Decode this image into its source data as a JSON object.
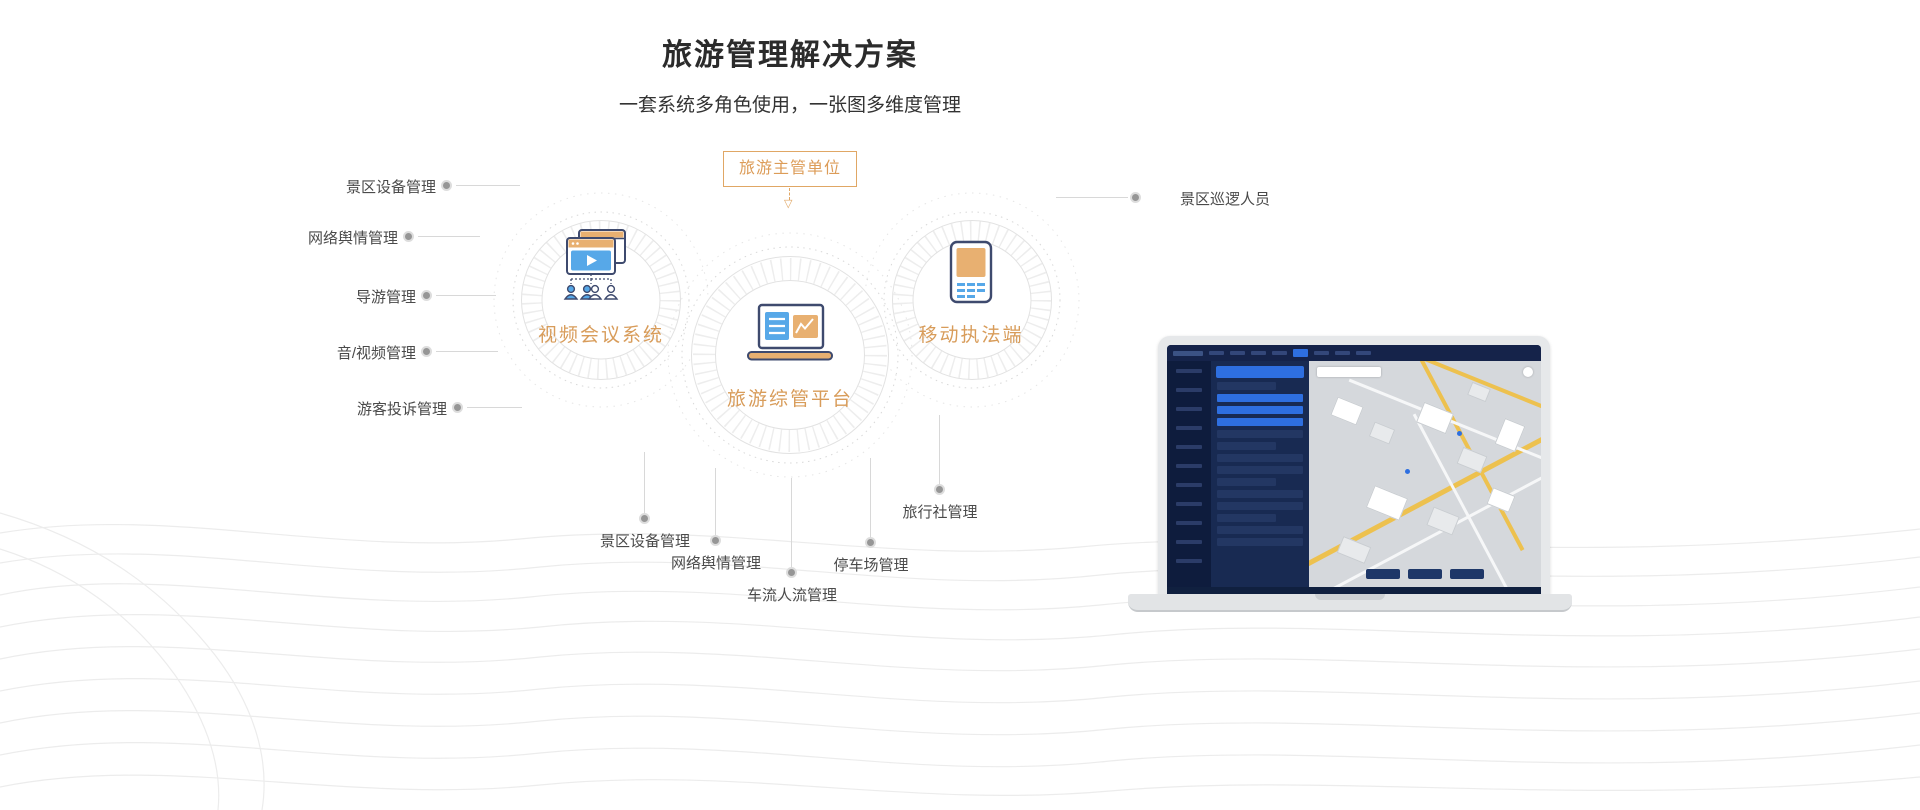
{
  "page": {
    "title": "旅游管理解决方案",
    "subtitle": "一套系统多角色使用，一张图多维度管理"
  },
  "diagram": {
    "authority_label": "旅游主管单位",
    "down_arrow_icon": "▽",
    "nodes": {
      "video_conference": {
        "label": "视频会议系统",
        "icon": "video-conference-icon"
      },
      "platform": {
        "label": "旅游综管平台",
        "icon": "laptop-dashboard-icon"
      },
      "mobile_enforcement": {
        "label": "移动执法端",
        "icon": "mobile-device-icon"
      }
    },
    "left_labels": [
      "景区设备管理",
      "网络舆情管理",
      "导游管理",
      "音/视频管理",
      "游客投诉管理"
    ],
    "right_labels": [
      "景区巡逻人员"
    ],
    "bottom_labels": [
      "景区设备管理",
      "网络舆情管理",
      "车流人流管理",
      "停车场管理",
      "旅行社管理"
    ]
  },
  "colors": {
    "accent_orange": "#DC9C58",
    "box_border_orange": "#E0A765",
    "label_gray": "#4A4A4A",
    "ring_gray": "#E2E2E2",
    "line_gray": "#D8D8D8",
    "icon_navy": "#3E4A6E",
    "icon_blue": "#57A8E8",
    "icon_orange": "#E8B071",
    "dashboard_navy": "#10203F",
    "dashboard_blue": "#2E6FE0",
    "map_gray": "#D5D8DC",
    "road_yellow": "#EDC14F"
  }
}
